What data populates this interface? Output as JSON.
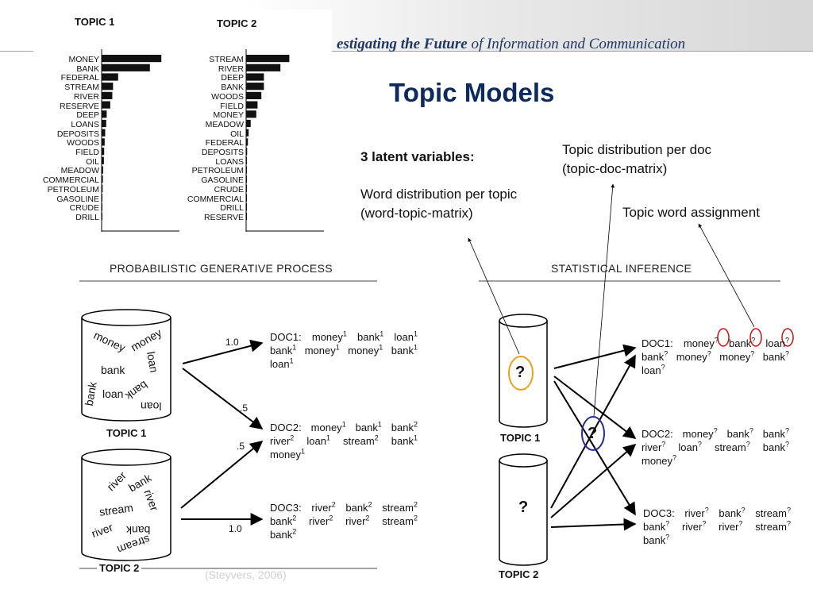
{
  "header": {
    "title_bold": "estigating the Future",
    "title_rest": " of Information and Communication"
  },
  "slide": {
    "title": "Topic Models"
  },
  "notes": {
    "latent_title": "3 latent variables:",
    "word_dist_line1": "Word distribution per topic",
    "word_dist_line2": "(word-topic-matrix)",
    "topic_doc_line1": "Topic distribution per doc",
    "topic_doc_line2": "(topic-doc-matrix)",
    "topic_word_assign": "Topic word assignment"
  },
  "topic_chart": {
    "topic1": {
      "title": "TOPIC 1",
      "words": [
        "MONEY",
        "BANK",
        "FEDERAL",
        "STREAM",
        "RIVER",
        "RESERVE",
        "DEEP",
        "LOANS",
        "DEPOSITS",
        "WOODS",
        "FIELD",
        "OIL",
        "MEADOW",
        "COMMERCIAL",
        "PETROLEUM",
        "GASOLINE",
        "CRUDE",
        "DRILL"
      ],
      "values": [
        0.235,
        0.19,
        0.065,
        0.045,
        0.042,
        0.034,
        0.02,
        0.018,
        0.014,
        0.012,
        0.01,
        0.009,
        0.006,
        0.005,
        0.004,
        0.003,
        0.002,
        0.002
      ]
    },
    "topic2": {
      "title": "TOPIC 2",
      "words": [
        "STREAM",
        "RIVER",
        "DEEP",
        "BANK",
        "WOODS",
        "FIELD",
        "MONEY",
        "MEADOW",
        "OIL",
        "FEDERAL",
        "DEPOSITS",
        "LOANS",
        "PETROLEUM",
        "GASOLINE",
        "CRUDE",
        "COMMERCIAL",
        "DRILL",
        "RESERVE"
      ],
      "values": [
        0.17,
        0.135,
        0.07,
        0.07,
        0.06,
        0.045,
        0.04,
        0.018,
        0.01,
        0.007,
        0.004,
        0.003,
        0.002,
        0.002,
        0.002,
        0.001,
        0.001,
        0.001
      ]
    }
  },
  "generative": {
    "heading": "PROBABILISTIC GENERATIVE PROCESS",
    "topic1_label": "TOPIC 1",
    "topic2_label": "TOPIC 2",
    "topic1_words": [
      "money",
      "money",
      "loan",
      "bank",
      "bank",
      "loan",
      "bank",
      "loan"
    ],
    "topic2_words": [
      "river",
      "bank",
      "river",
      "stream",
      "river",
      "bank",
      "stream"
    ],
    "weights": [
      "1.0",
      ".5",
      ".5",
      "1.0"
    ],
    "doc1": [
      [
        "DOC1: money",
        "1"
      ],
      [
        " bank",
        "1"
      ],
      [
        " loan",
        "1"
      ],
      [
        " bank",
        "1"
      ],
      [
        " money",
        "1"
      ],
      [
        " money",
        "1"
      ],
      [
        " bank",
        "1"
      ],
      [
        " loan",
        "1"
      ]
    ],
    "doc2": [
      [
        "DOC2: money",
        "1"
      ],
      [
        " bank",
        "1"
      ],
      [
        " bank",
        "2"
      ],
      [
        " river",
        "2"
      ],
      [
        " loan",
        "1"
      ],
      [
        " stream",
        "2"
      ],
      [
        " bank",
        "1"
      ],
      [
        " money",
        "1"
      ]
    ],
    "doc3": [
      [
        "DOC3: river",
        "2"
      ],
      [
        " bank",
        "2"
      ],
      [
        " stream",
        "2"
      ],
      [
        " bank",
        "2"
      ],
      [
        " river",
        "2"
      ],
      [
        " river",
        "2"
      ],
      [
        " stream",
        "2"
      ],
      [
        " bank",
        "2"
      ]
    ]
  },
  "inference": {
    "heading": "STATISTICAL INFERENCE",
    "topic1_label": "TOPIC 1",
    "topic2_label": "TOPIC 2",
    "qmark": "?",
    "doc1": [
      [
        "DOC1: money",
        "?"
      ],
      [
        " bank",
        "?"
      ],
      [
        " loan",
        "?"
      ],
      [
        " bank",
        "?"
      ],
      [
        " money",
        "?"
      ],
      [
        " money",
        "?"
      ],
      [
        " bank",
        "?"
      ],
      [
        " loan",
        "?"
      ]
    ],
    "doc2": [
      [
        "DOC2: money",
        "?"
      ],
      [
        " bank",
        "?"
      ],
      [
        " bank",
        "?"
      ],
      [
        " river",
        "?"
      ],
      [
        " loan",
        "?"
      ],
      [
        " stream",
        "?"
      ],
      [
        " bank",
        "?"
      ],
      [
        " money",
        "?"
      ]
    ],
    "doc3": [
      [
        "DOC3: river",
        "?"
      ],
      [
        " bank",
        "?"
      ],
      [
        " stream",
        "?"
      ],
      [
        " bank",
        "?"
      ],
      [
        " river",
        "?"
      ],
      [
        " river",
        "?"
      ],
      [
        " stream",
        "?"
      ],
      [
        " bank",
        "?"
      ]
    ]
  },
  "citation": "(Steyvers, 2006)",
  "colors": {
    "title": "#0d2a5e",
    "header": "#1f3766",
    "orange": "#e8a21a",
    "blue": "#2a2a9a",
    "red": "#d01010"
  }
}
